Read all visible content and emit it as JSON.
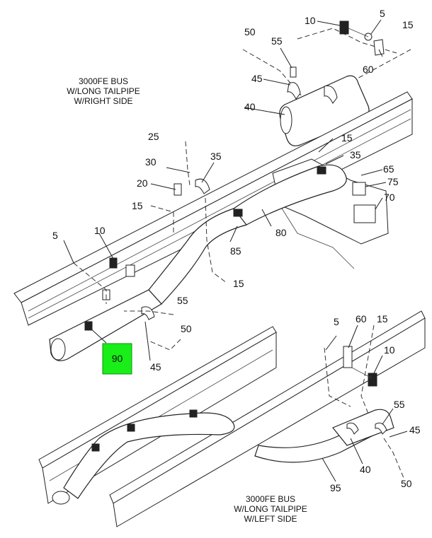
{
  "captions": {
    "right": [
      "3000FE BUS",
      "W/LONG TAILPIPE",
      "W/RIGHT SIDE"
    ],
    "left": [
      "3000FE BUS",
      "W/LONG TAILPIPE",
      "W/LEFT SIDE"
    ]
  },
  "highlight": {
    "label": "90",
    "color": "#19ee19"
  },
  "callouts": [
    {
      "id": "c10a",
      "text": "10"
    },
    {
      "id": "c5a",
      "text": "5"
    },
    {
      "id": "c50a",
      "text": "50"
    },
    {
      "id": "c15a",
      "text": "15"
    },
    {
      "id": "c55a",
      "text": "55"
    },
    {
      "id": "c60a",
      "text": "60"
    },
    {
      "id": "c45a",
      "text": "45"
    },
    {
      "id": "c40a",
      "text": "40"
    },
    {
      "id": "c25",
      "text": "25"
    },
    {
      "id": "c15b",
      "text": "15"
    },
    {
      "id": "c30",
      "text": "30"
    },
    {
      "id": "c35a",
      "text": "35"
    },
    {
      "id": "c35b",
      "text": "35"
    },
    {
      "id": "c65",
      "text": "65"
    },
    {
      "id": "c20",
      "text": "20"
    },
    {
      "id": "c75",
      "text": "75"
    },
    {
      "id": "c70",
      "text": "70"
    },
    {
      "id": "c15c",
      "text": "15"
    },
    {
      "id": "c5b",
      "text": "5"
    },
    {
      "id": "c10b",
      "text": "10"
    },
    {
      "id": "c80",
      "text": "80"
    },
    {
      "id": "c85",
      "text": "85"
    },
    {
      "id": "c15d",
      "text": "15"
    },
    {
      "id": "c55b",
      "text": "55"
    },
    {
      "id": "c50b",
      "text": "50"
    },
    {
      "id": "c45b",
      "text": "45"
    },
    {
      "id": "c5c",
      "text": "5"
    },
    {
      "id": "c60b",
      "text": "60"
    },
    {
      "id": "c15e",
      "text": "15"
    },
    {
      "id": "c10c",
      "text": "10"
    },
    {
      "id": "c55c",
      "text": "55"
    },
    {
      "id": "c45c",
      "text": "45"
    },
    {
      "id": "c40b",
      "text": "40"
    },
    {
      "id": "c95",
      "text": "95"
    },
    {
      "id": "c50c",
      "text": "50"
    }
  ]
}
